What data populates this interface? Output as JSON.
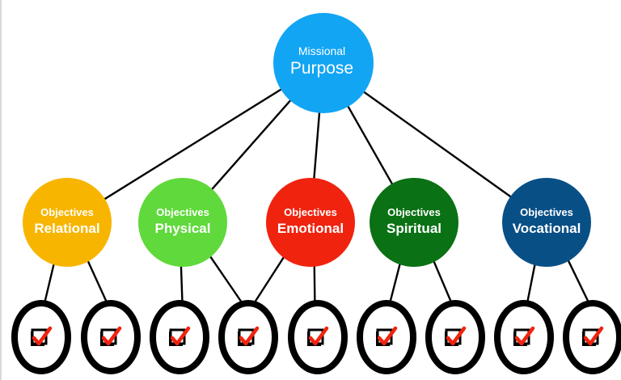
{
  "root": {
    "line1": "Missional",
    "line2": "Purpose",
    "color": "#12A5F4"
  },
  "objectives": [
    {
      "line1": "Objectives",
      "line2": "Relational",
      "color": "#F7B500"
    },
    {
      "line1": "Objectives",
      "line2": "Physical",
      "color": "#5FD93B"
    },
    {
      "line1": "Objectives",
      "line2": "Emotional",
      "color": "#F0230F"
    },
    {
      "line1": "Objectives",
      "line2": "Spiritual",
      "color": "#0A7114"
    },
    {
      "line1": "Objectives",
      "line2": "Vocational",
      "color": "#084F86"
    }
  ],
  "leaves": [
    {
      "parents": [
        0
      ],
      "icon": "checked-checkbox-icon"
    },
    {
      "parents": [
        0
      ],
      "icon": "checked-checkbox-icon"
    },
    {
      "parents": [
        1
      ],
      "icon": "checked-checkbox-icon"
    },
    {
      "parents": [
        1,
        2
      ],
      "icon": "checked-checkbox-icon"
    },
    {
      "parents": [
        2
      ],
      "icon": "checked-checkbox-icon"
    },
    {
      "parents": [
        3
      ],
      "icon": "checked-checkbox-icon"
    },
    {
      "parents": [
        3
      ],
      "icon": "checked-checkbox-icon"
    },
    {
      "parents": [
        4
      ],
      "icon": "checked-checkbox-icon"
    },
    {
      "parents": [
        4
      ],
      "icon": "checked-checkbox-icon"
    }
  ],
  "check_color": "#F0230F",
  "line_color": "#000000"
}
